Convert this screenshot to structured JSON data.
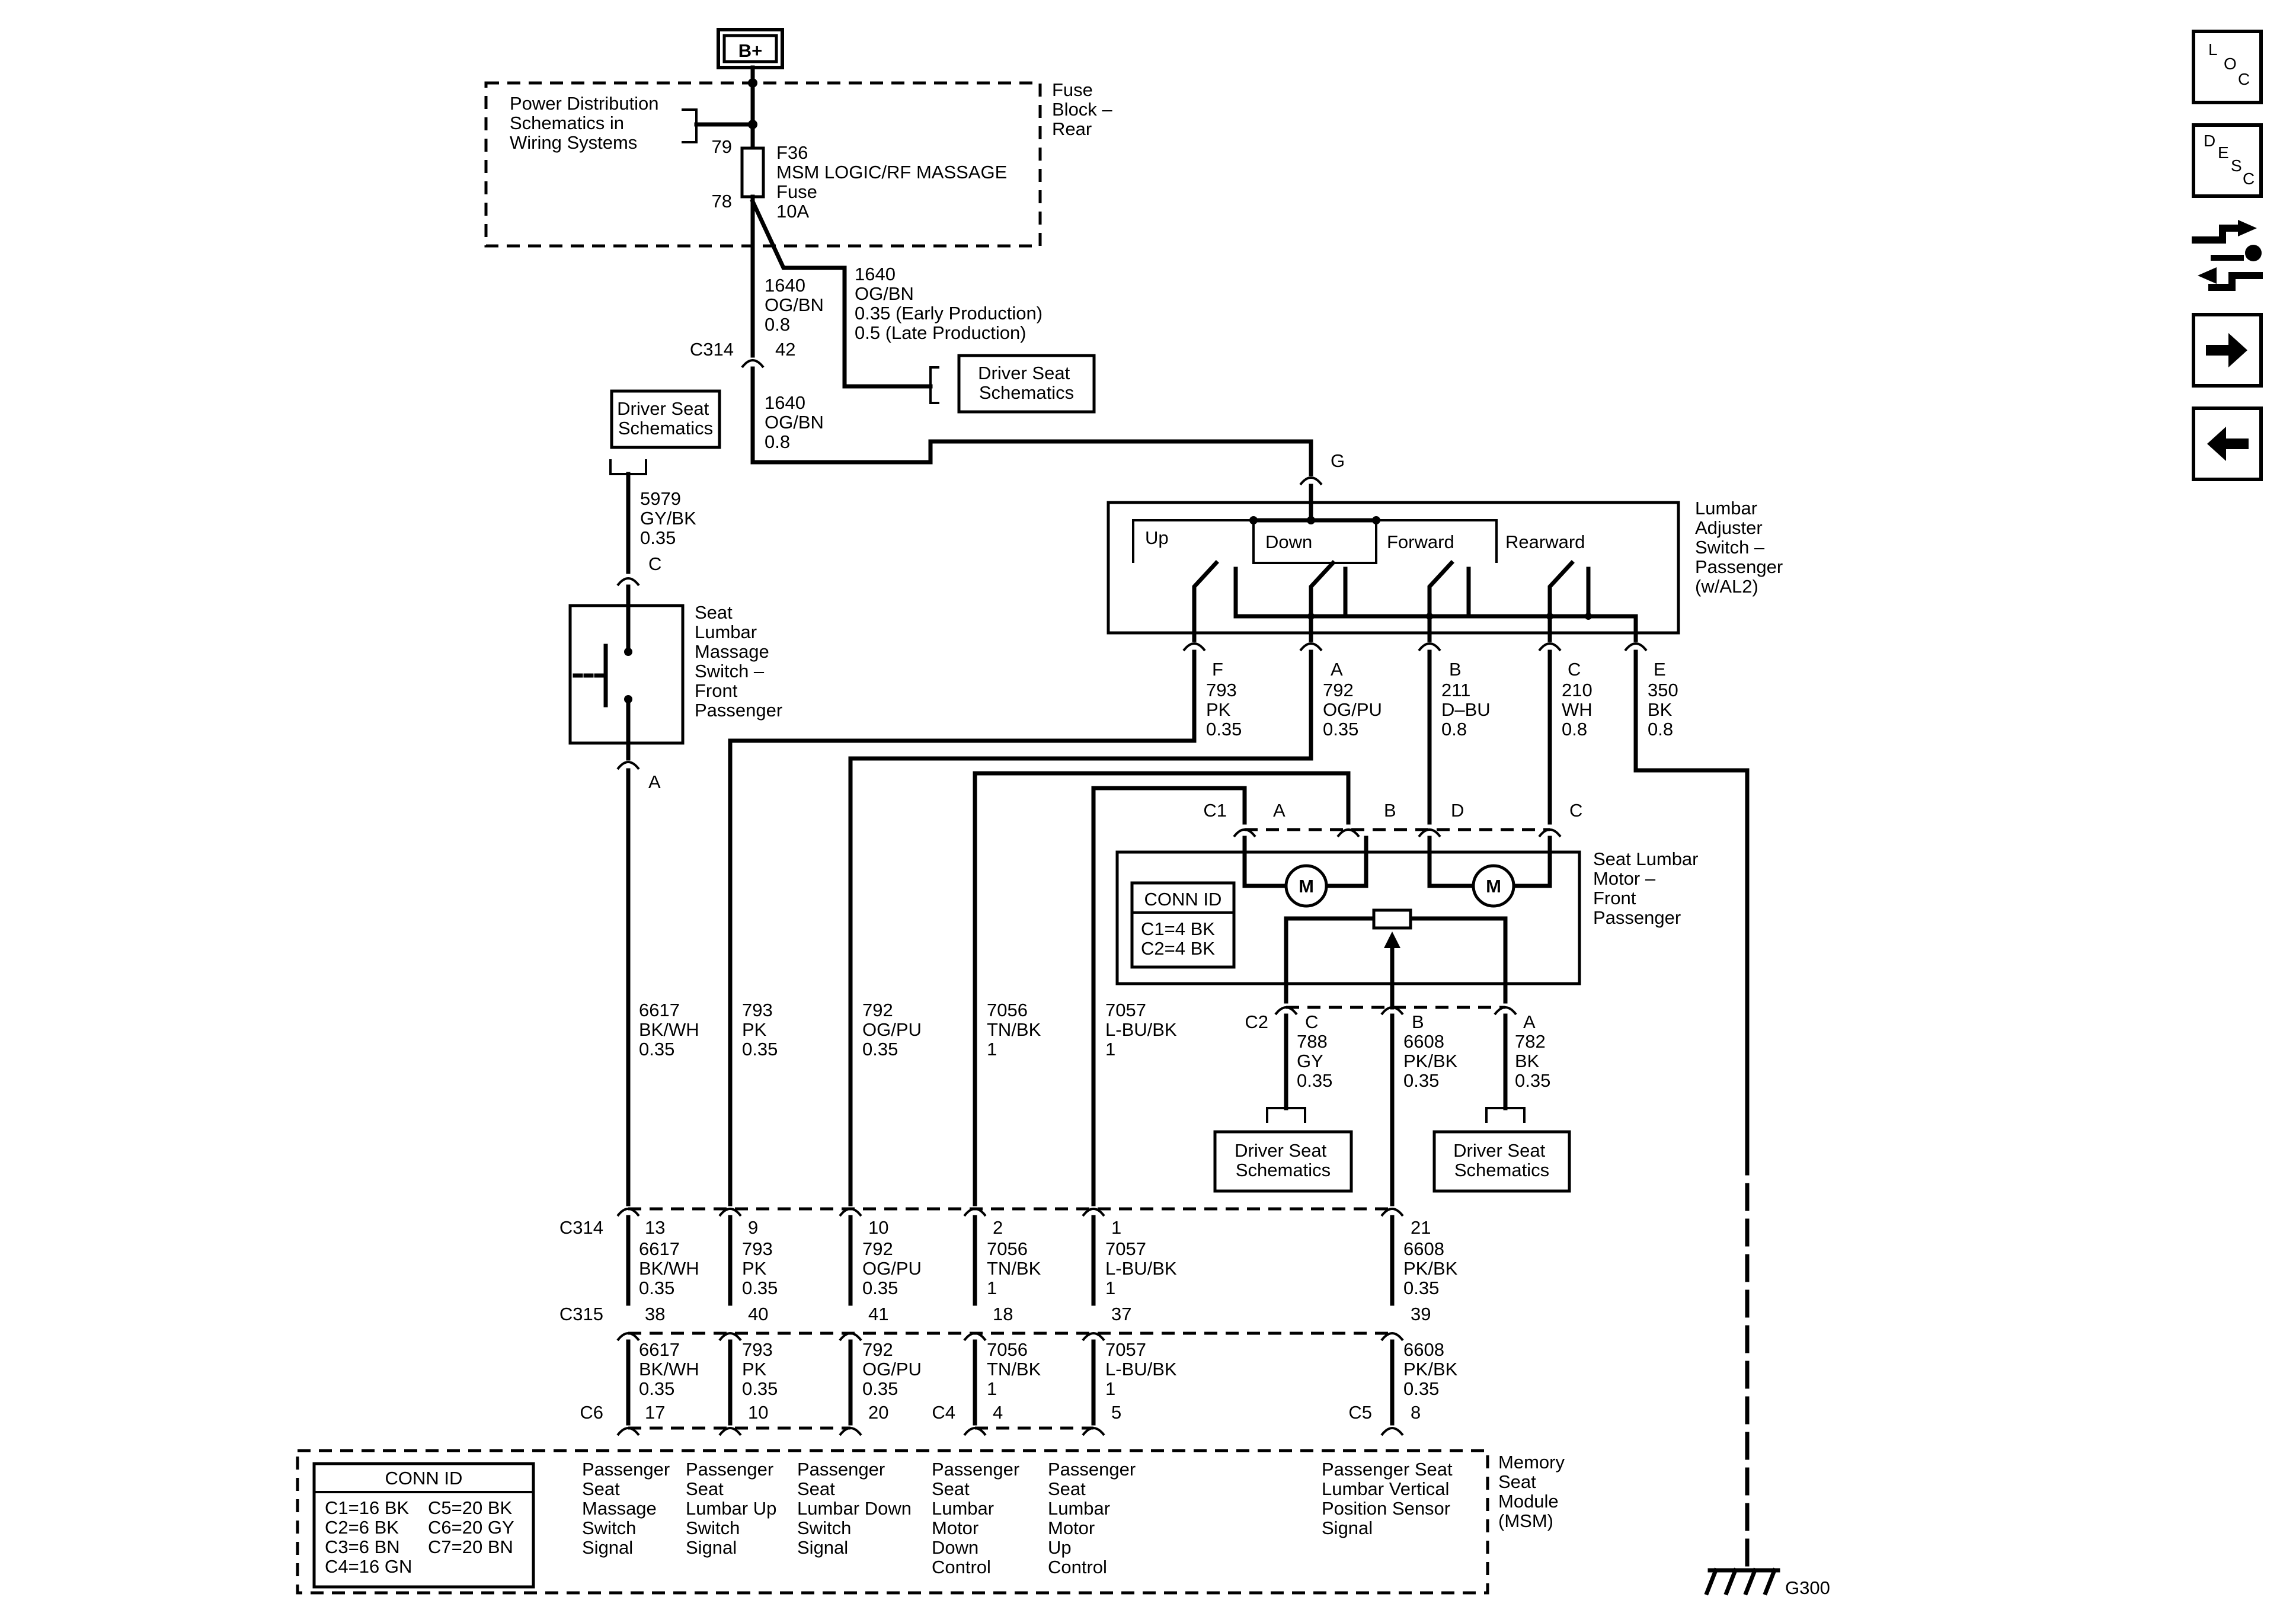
{
  "nav": {
    "loc": [
      "L",
      "O",
      "C"
    ],
    "desc": [
      "D",
      "E",
      "S",
      "C"
    ]
  },
  "supply": {
    "label": "B+"
  },
  "fuse_block": {
    "title": [
      "Fuse",
      "Block –",
      "Rear"
    ],
    "pds": [
      "Power Distribution",
      "Schematics in",
      "Wiring Systems"
    ],
    "pin_in": "79",
    "pin_out": "78",
    "fuse": [
      "F36",
      "MSM LOGIC/RF MASSAGE",
      "Fuse",
      "10A"
    ]
  },
  "top_wires": {
    "w1640_main": [
      "1640",
      "OG/BN",
      "0.8"
    ],
    "w1640_branch": [
      "1640",
      "OG/BN",
      "0.35 (Early Production)",
      "0.5 (Late Production)"
    ],
    "w1640_lower": [
      "1640",
      "OG/BN",
      "0.8"
    ]
  },
  "c314_top": {
    "conn": "C314",
    "pin": "42"
  },
  "ref_boxes": {
    "driver_seat_top_right": [
      "Driver Seat",
      "Schematics"
    ],
    "driver_seat_left": [
      "Driver Seat",
      "Schematics"
    ],
    "driver_seat_mid": [
      "Driver Seat",
      "Schematics"
    ],
    "driver_seat_right": [
      "Driver Seat",
      "Schematics"
    ]
  },
  "lumbar_switch": {
    "title": [
      "Lumbar",
      "Adjuster",
      "Switch –",
      "Passenger",
      "(w/AL2)"
    ],
    "input_pin": "G",
    "positions": [
      "Up",
      "Down",
      "Forward",
      "Rearward"
    ],
    "pins": [
      "F",
      "A",
      "B",
      "C",
      "E"
    ],
    "wires": [
      [
        "793",
        "PK",
        "0.35"
      ],
      [
        "792",
        "OG/PU",
        "0.35"
      ],
      [
        "211",
        "D–BU",
        "0.8"
      ],
      [
        "210",
        "WH",
        "0.8"
      ],
      [
        "350",
        "BK",
        "0.8"
      ]
    ]
  },
  "massage_switch": {
    "title": [
      "Seat",
      "Lumbar",
      "Massage",
      "Switch –",
      "Front",
      "Passenger"
    ],
    "pin_top": "C",
    "pin_bottom": "A",
    "wire_in": [
      "5979",
      "GY/BK",
      "0.35"
    ]
  },
  "lumbar_motor": {
    "title": [
      "Seat Lumbar",
      "Motor –",
      "Front",
      "Passenger"
    ],
    "c1": "C1",
    "c1_pins": [
      "A",
      "B",
      "D",
      "C"
    ],
    "motor_symbol": "M",
    "conn_id_title": "CONN ID",
    "conn_id": [
      "C1=4 BK",
      "C2=4 BK"
    ],
    "c2": "C2",
    "c2_pins": [
      "C",
      "B",
      "A"
    ],
    "c2_wires": [
      [
        "788",
        "GY",
        "0.35"
      ],
      [
        "6608",
        "PK/BK",
        "0.35"
      ],
      [
        "782",
        "BK",
        "0.35"
      ]
    ]
  },
  "mid_wires": [
    [
      "6617",
      "BK/WH",
      "0.35"
    ],
    [
      "793",
      "PK",
      "0.35"
    ],
    [
      "792",
      "OG/PU",
      "0.35"
    ],
    [
      "7056",
      "TN/BK",
      "1"
    ],
    [
      "7057",
      "L-BU/BK",
      "1"
    ]
  ],
  "c314_bottom": {
    "conn": "C314",
    "pins": [
      "13",
      "9",
      "10",
      "2",
      "1",
      "21"
    ],
    "wires": [
      [
        "6617",
        "BK/WH",
        "0.35"
      ],
      [
        "793",
        "PK",
        "0.35"
      ],
      [
        "792",
        "OG/PU",
        "0.35"
      ],
      [
        "7056",
        "TN/BK",
        "1"
      ],
      [
        "7057",
        "L-BU/BK",
        "1"
      ],
      [
        "6608",
        "PK/BK",
        "0.35"
      ]
    ]
  },
  "c315": {
    "conn": "C315",
    "pins": [
      "38",
      "40",
      "41",
      "18",
      "37",
      "39"
    ],
    "wires": [
      [
        "6617",
        "BK/WH",
        "0.35"
      ],
      [
        "793",
        "PK",
        "0.35"
      ],
      [
        "792",
        "OG/PU",
        "0.35"
      ],
      [
        "7056",
        "TN/BK",
        "1"
      ],
      [
        "7057",
        "L-BU/BK",
        "1"
      ],
      [
        "6608",
        "PK/BK",
        "0.35"
      ]
    ]
  },
  "msm": {
    "c6": "C6",
    "c4": "C4",
    "c5": "C5",
    "pins": [
      "17",
      "10",
      "20",
      "4",
      "5",
      "8"
    ],
    "title": [
      "Memory",
      "Seat",
      "Module",
      "(MSM)"
    ],
    "conn_id_title": "CONN ID",
    "conn_id_left": [
      "C1=16 BK",
      "C2=6 BK",
      "C3=6 BN",
      "C4=16 GN"
    ],
    "conn_id_right": [
      "C5=20 BK",
      "C6=20 GY",
      "C7=20 BN"
    ],
    "signals": [
      [
        "Passenger",
        "Seat",
        "Massage",
        "Switch",
        "Signal"
      ],
      [
        "Passenger",
        "Seat",
        "Lumbar Up",
        "Switch",
        "Signal"
      ],
      [
        "Passenger",
        "Seat",
        "Lumbar Down",
        "Switch",
        "Signal"
      ],
      [
        "Passenger",
        "Seat",
        "Lumbar",
        "Motor",
        "Down",
        "Control"
      ],
      [
        "Passenger",
        "Seat",
        "Lumbar",
        "Motor",
        "Up",
        "Control"
      ],
      [
        "Passenger Seat",
        "Lumbar Vertical",
        "Position Sensor",
        "Signal"
      ]
    ]
  },
  "ground": {
    "label": "G300"
  }
}
